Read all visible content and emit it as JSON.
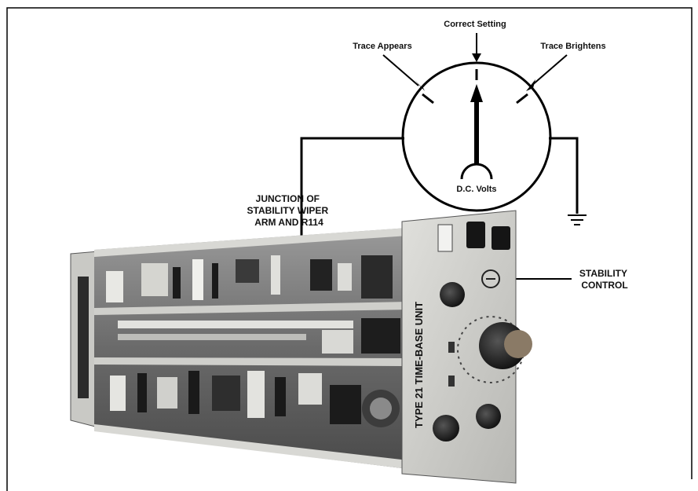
{
  "meter": {
    "label_left": "Trace Appears",
    "label_top": "Correct Setting",
    "label_right": "Trace Brightens",
    "label_bottom": "D.C. Volts"
  },
  "callouts": {
    "junction": [
      "JUNCTION OF",
      "STABILITY WIPER",
      "ARM AND R114"
    ],
    "stability": [
      "STABILITY",
      "CONTROL"
    ]
  },
  "panel": {
    "title": "TYPE 21 TIME-BASE UNIT"
  }
}
